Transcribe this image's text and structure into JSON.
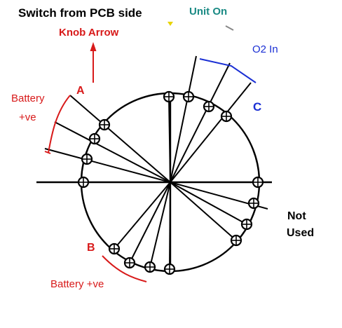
{
  "title": "Switch from PCB side",
  "labels": {
    "unit_on": "Unit  On",
    "knob_arrow": "Knob Arrow",
    "o2_in": "O2 In",
    "c": "C",
    "a": "A",
    "battery_top_line1": "Battery",
    "battery_top_line2": "+ve",
    "b": "B",
    "battery_bottom": "Battery +ve",
    "not": "Not",
    "used": "Used"
  },
  "colors": {
    "red": "#d81a1a",
    "blue": "#1a2fd4",
    "teal": "#1a8a84",
    "black": "#000000"
  }
}
